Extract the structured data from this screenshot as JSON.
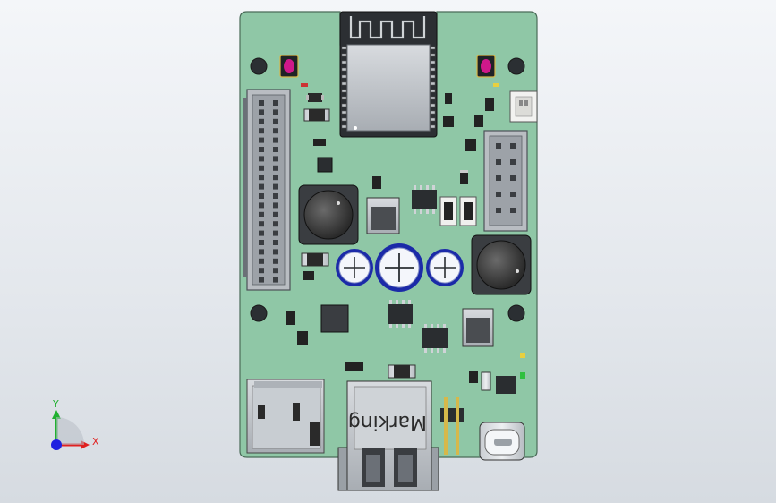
{
  "board": {
    "silkscreen_text": "Marking",
    "pcb_color": "#8fc7a6",
    "cap_color": "#1b2aa8",
    "button_color": "#d0188a"
  },
  "triad": {
    "x_label": "X",
    "y_label": "Y",
    "x_color": "#e02020",
    "y_color": "#20b030",
    "z_color": "#2020e0"
  }
}
